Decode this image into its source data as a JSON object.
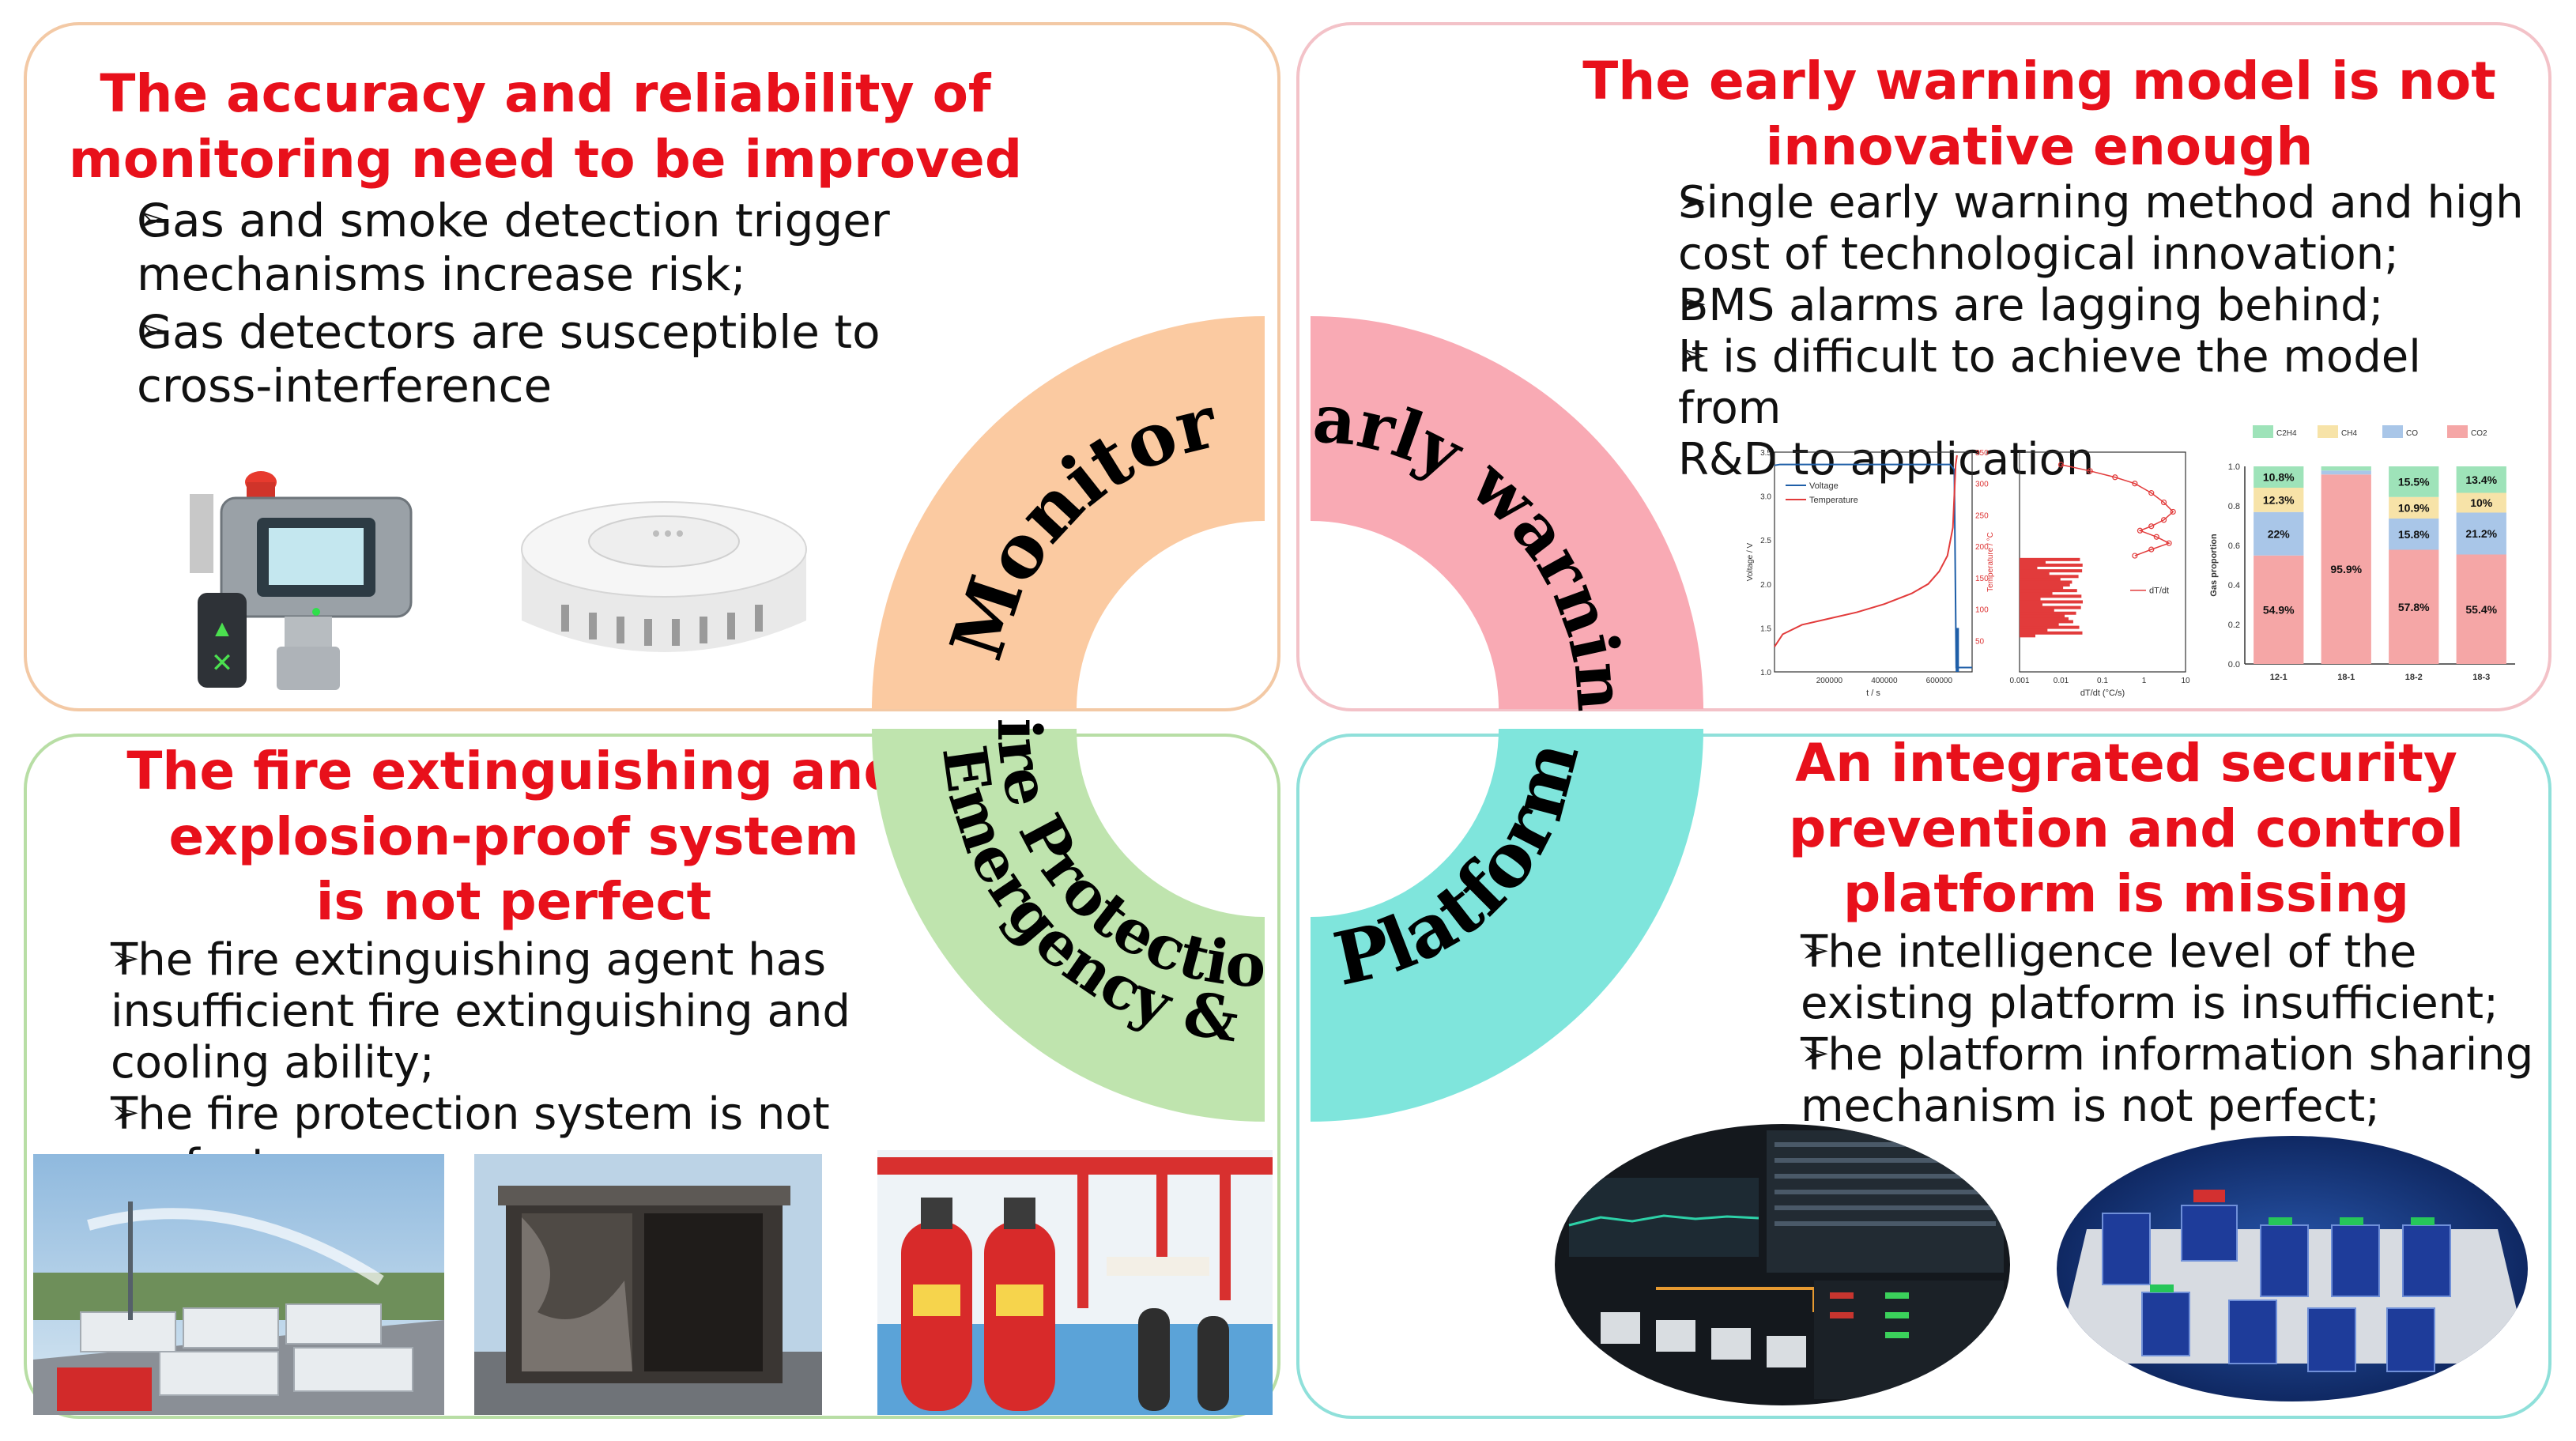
{
  "colors": {
    "title_red": "#e8101b",
    "monitor_fill": "#fbcaa1",
    "warning_fill": "#f9aab4",
    "emergency_fill": "#bfe4ae",
    "platform_fill": "#7fe5dc",
    "tl_border": "#f3c9a5",
    "tr_border": "#f3c2c8",
    "bl_border": "#b8dea5",
    "br_border": "#8fe0da"
  },
  "ring": {
    "monitor": "Monitor",
    "early_warning": "Early warning",
    "emergency_line1": "Emergency &",
    "emergency_line2": "Fire Protection",
    "platform": "Platform"
  },
  "top_left": {
    "title_line1": "The accuracy and reliability of",
    "title_line2": "monitoring need to be improved",
    "bullets": [
      {
        "line1": "Gas and smoke detection trigger",
        "line2": "mechanisms increase risk;"
      },
      {
        "line1": "Gas detectors are susceptible to",
        "line2": "cross-interference"
      }
    ],
    "icons": [
      "gas-detector-icon",
      "smoke-detector-icon"
    ]
  },
  "top_right": {
    "title_line1": "The early warning model is not",
    "title_line2": "innovative enough",
    "bullets": [
      {
        "line1": "Single early warning method and high",
        "line2": "cost of technological innovation;"
      },
      {
        "line1": "BMS alarms are lagging behind;",
        "line2": ""
      },
      {
        "line1": "It is difficult to achieve the model from",
        "line2": "R&D to application"
      }
    ]
  },
  "bottom_left": {
    "title_line1": "The fire extinguishing and",
    "title_line2": "explosion-proof system",
    "title_line3": "is not perfect",
    "bullets": [
      {
        "line1": "The fire extinguishing agent has",
        "line2": "insufficient fire extinguishing and",
        "line3": "cooling ability;"
      },
      {
        "line1": "The fire protection system is not perfect",
        "line2": "",
        "line3": ""
      }
    ],
    "photos": [
      "water-spray-photo",
      "burned-container-photo",
      "fire-suppression-cylinders-photo"
    ]
  },
  "bottom_right": {
    "title_line1": "An integrated security",
    "title_line2": "prevention and control",
    "title_line3": "platform is missing",
    "bullets": [
      {
        "line1": "The intelligence level of the",
        "line2": "existing platform is insufficient;"
      },
      {
        "line1": "The platform information sharing",
        "line2": "mechanism is not perfect;"
      }
    ],
    "photos": [
      "monitoring-dashboard-photo",
      "energy-storage-station-3d-photo"
    ]
  },
  "chart_data": [
    {
      "type": "line",
      "xlabel": "t / s",
      "ylabel": "Voltage / V",
      "y2label": "Temperature / °C",
      "x_ticks": [
        "200000",
        "400000",
        "600000"
      ],
      "y_ticks": [
        "1.0",
        "1.5",
        "2.0",
        "2.5",
        "3.0",
        "3.5"
      ],
      "y2_ticks": [
        "50",
        "100",
        "150",
        "200",
        "250",
        "300",
        "350"
      ],
      "xlim": [
        0,
        720000
      ],
      "ylim": [
        1.0,
        3.5
      ],
      "y2lim": [
        0,
        350
      ],
      "series": [
        {
          "name": "Voltage",
          "color": "#1f5fa8",
          "points": [
            [
              0,
              3.35
            ],
            [
              20000,
              3.36
            ],
            [
              640000,
              3.36
            ],
            [
              655000,
              3.3
            ],
            [
              662000,
              1.05
            ],
            [
              720000,
              1.05
            ]
          ]
        },
        {
          "name": "Temperature",
          "color": "#e23b3b",
          "points": [
            [
              0,
              40
            ],
            [
              30000,
              60
            ],
            [
              100000,
              75
            ],
            [
              200000,
              85
            ],
            [
              300000,
              95
            ],
            [
              400000,
              108
            ],
            [
              500000,
              125
            ],
            [
              560000,
              140
            ],
            [
              600000,
              160
            ],
            [
              630000,
              185
            ],
            [
              650000,
              230
            ],
            [
              660000,
              330
            ],
            [
              665000,
              345
            ]
          ]
        }
      ],
      "legend": "top-left"
    },
    {
      "type": "scatter",
      "xlabel": "dT/dt (°C/s)",
      "ylabel": "Temperature / °C",
      "x_ticks": [
        "0.001",
        "0.01",
        "0.1",
        "1",
        "10"
      ],
      "y_ticks": [
        "50",
        "100",
        "150",
        "200",
        "250",
        "300",
        "350"
      ],
      "xlim": [
        0.001,
        10
      ],
      "ylim": [
        0,
        350
      ],
      "series": [
        {
          "name": "dT/dt",
          "color": "#e23b3b",
          "points": [
            [
              0.01,
              330
            ],
            [
              0.05,
              320
            ],
            [
              0.2,
              310
            ],
            [
              0.6,
              300
            ],
            [
              1.5,
              285
            ],
            [
              3,
              270
            ],
            [
              5,
              255
            ],
            [
              3,
              242
            ],
            [
              1.5,
              232
            ],
            [
              0.8,
              225
            ],
            [
              2,
              215
            ],
            [
              4,
              205
            ],
            [
              1.5,
              195
            ],
            [
              0.6,
              185
            ]
          ]
        }
      ],
      "legend": "right"
    },
    {
      "type": "bar",
      "stacked": true,
      "ylabel": "Gas proportion",
      "categories": [
        "12-1",
        "18-1",
        "18-2",
        "18-3"
      ],
      "ylim": [
        0,
        1.0
      ],
      "y_ticks": [
        "0.0",
        "0.2",
        "0.4",
        "0.6",
        "0.8",
        "1.0"
      ],
      "legend_labels": [
        "C2H4",
        "CH4",
        "CO",
        "CO2"
      ],
      "series": [
        {
          "name": "CO2",
          "color": "#f5a6a6",
          "values": [
            0.549,
            0.959,
            0.578,
            0.554
          ],
          "labels": [
            "54.9%",
            "95.9%",
            "57.8%",
            "55.4%"
          ]
        },
        {
          "name": "CO",
          "color": "#a9c6e8",
          "values": [
            0.22,
            0.02,
            0.158,
            0.212
          ],
          "labels": [
            "22%",
            "",
            "15.8%",
            "21.2%"
          ]
        },
        {
          "name": "CH4",
          "color": "#f7e3a8",
          "values": [
            0.123,
            0.0,
            0.109,
            0.1
          ],
          "labels": [
            "12.3%",
            "",
            "10.9%",
            "10%"
          ]
        },
        {
          "name": "C2H4",
          "color": "#9ee3b9",
          "values": [
            0.108,
            0.021,
            0.155,
            0.134
          ],
          "labels": [
            "10.8%",
            "",
            "15.5%",
            "13.4%"
          ]
        }
      ],
      "legend": "top"
    }
  ]
}
